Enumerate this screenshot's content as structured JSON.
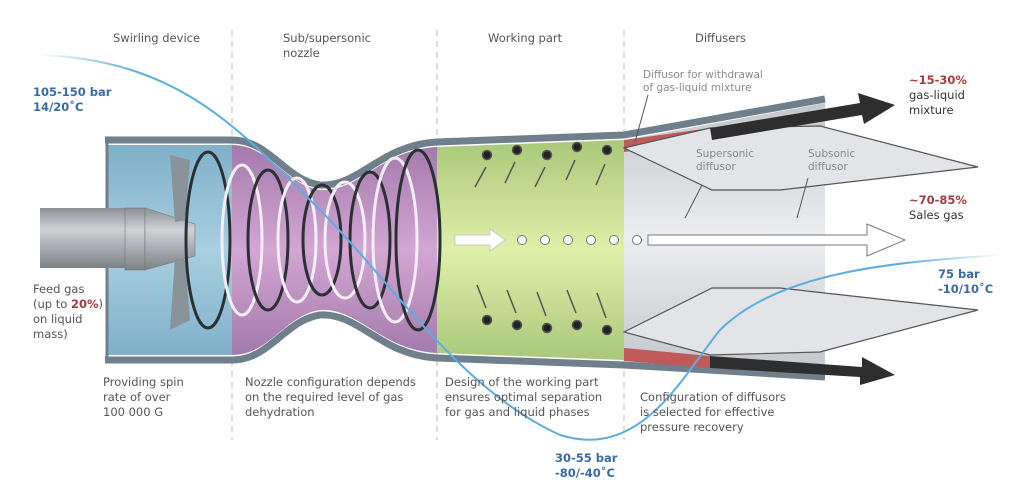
{
  "sections": {
    "swirling": "Swirling device",
    "nozzle": [
      "Sub/supersonic",
      "nozzle"
    ],
    "working": "Working part",
    "diffusers": "Diffusers"
  },
  "inlet_conditions": [
    "105-150 bar",
    "14/20˚C"
  ],
  "feed_gas": {
    "line1": "Feed gas",
    "line2_prefix": "(up to ",
    "line2_value": "20%",
    "line3": "on liquid",
    "line4": "mass)"
  },
  "diffusor_withdrawal": [
    "Diffusor for withdrawal",
    "of gas-liquid mixture"
  ],
  "supersonic_diffusor": [
    "Supersonic",
    "diffusor"
  ],
  "subsonic_diffusor": [
    "Subsonic",
    "diffusor"
  ],
  "output_mixture": {
    "percent": "~15-30%",
    "line1": "gas-liquid",
    "line2": "mixture"
  },
  "output_sales": {
    "percent": "~70-85%",
    "label": "Sales gas"
  },
  "outlet_conditions": [
    "75 bar",
    "-10/10˚C"
  ],
  "throat_conditions": [
    "30-55 bar",
    "-80/-40˚C"
  ],
  "descriptions": {
    "swirling": [
      "Providing spin",
      "rate of over",
      "100 000 G"
    ],
    "nozzle": [
      "Nozzle configuration depends",
      "on the required level of gas",
      "dehydration"
    ],
    "working": [
      "Design of the working part",
      "ensures optimal separation",
      "for gas and liquid phases"
    ],
    "diffusers": [
      "Configuration of diffusors",
      "is selected for effective",
      "pressure recovery"
    ]
  },
  "colors": {
    "swirl": "#8fb8cf",
    "nozzle": "#b98bbf",
    "working": "#bfd98a",
    "diffuser": "#d4d6da",
    "wall": "#6f7f8c",
    "accent_red": "#c05a5a",
    "blue_line": "#5aaee0"
  }
}
